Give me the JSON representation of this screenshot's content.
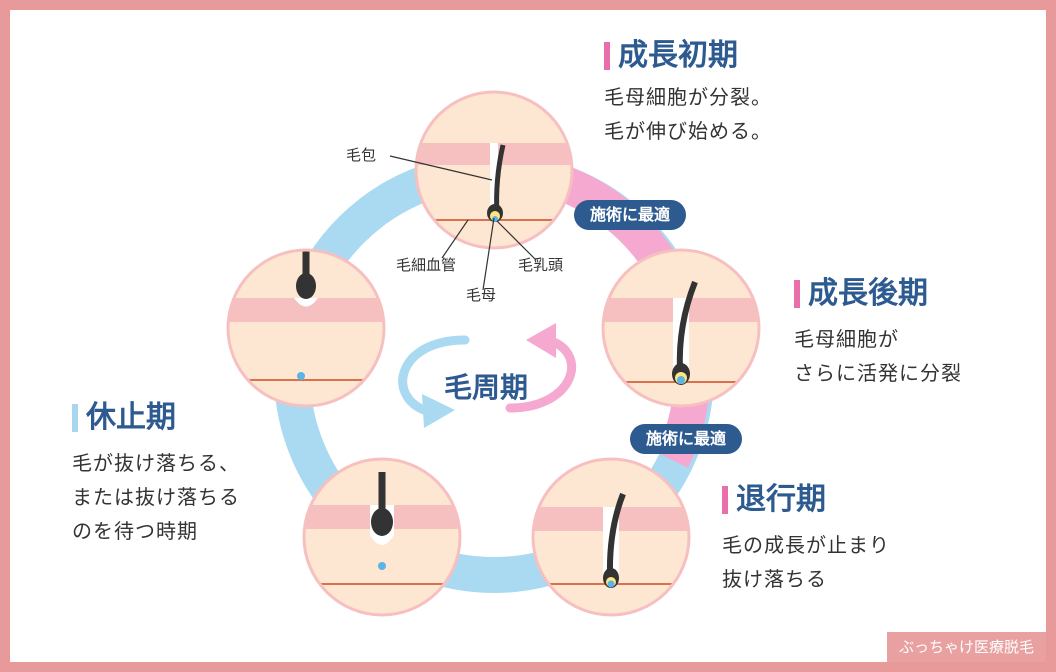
{
  "diagram": {
    "center_label": "毛周期",
    "badge_label": "施術に最適",
    "phases": [
      {
        "title": "成長初期",
        "description": "毛母細胞が分裂。\n毛が伸び始める。",
        "color": "#e96fab"
      },
      {
        "title": "成長後期",
        "description": "毛母細胞が\nさらに活発に分裂",
        "color": "#e96fab"
      },
      {
        "title": "退行期",
        "description": "毛の成長が止まり\n抜け落ちる",
        "color": "#e96fab"
      },
      {
        "title": "休止期",
        "description": "毛が抜け落ちる、\nまたは抜け落ちる\nのを待つ時期",
        "color": "#a9d5ee"
      }
    ],
    "labels": {
      "follicle": "毛包",
      "capillary": "毛細血管",
      "papilla": "毛乳頭",
      "matrix": "毛母"
    }
  },
  "watermark": "ぶっちゃけ医療脱毛",
  "colors": {
    "frame": "#e89a9a",
    "title_text": "#2d5a8f",
    "pink_ring": "#f5a9d0",
    "blue_ring": "#a9daf2",
    "skin": "#fde6d2",
    "epidermis": "#f7c0c0"
  }
}
